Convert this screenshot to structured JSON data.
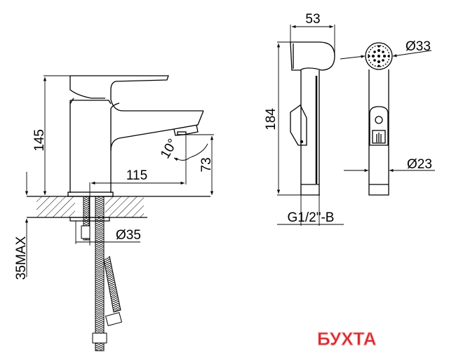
{
  "drawing": {
    "faucet": {
      "height_label": "145",
      "reach_label": "115",
      "spout_height_label": "73",
      "angle_label": "10°",
      "hole_diameter_label": "Ø35",
      "counter_thickness_label": "35MAX"
    },
    "hygienic_shower_side": {
      "width_label": "53",
      "length_label": "184",
      "thread_label": "G1/2\"-B"
    },
    "hygienic_shower_front": {
      "head_diameter_label": "Ø33",
      "handle_diameter_label": "Ø23"
    }
  },
  "watermark": {
    "text": "БУХТА",
    "color": "#d8232a"
  }
}
